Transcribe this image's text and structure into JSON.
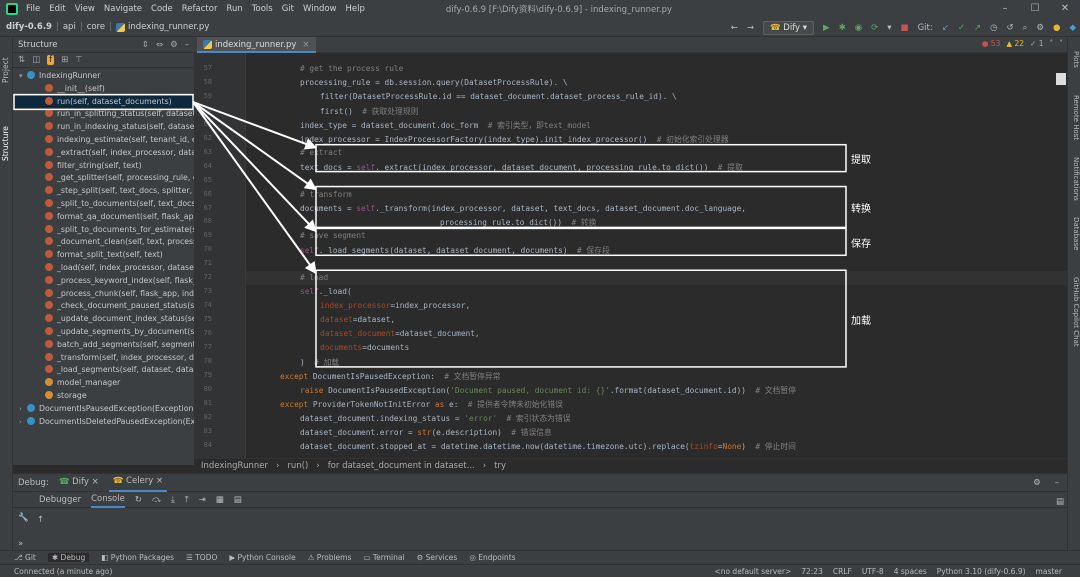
{
  "menubar": {
    "items": [
      "File",
      "Edit",
      "View",
      "Navigate",
      "Code",
      "Refactor",
      "Run",
      "Tools",
      "Git",
      "Window",
      "Help"
    ],
    "window_title": "dify-0.6.9 [F:\\Dify资料\\dify-0.6.9] - indexing_runner.py"
  },
  "navbar": {
    "crumbs": [
      "dify-0.6.9",
      "api",
      "core",
      "indexing_runner.py"
    ],
    "run_config": "Dify",
    "git_label": "Git:"
  },
  "left_strip": {
    "tabs": [
      "Project",
      "Structure"
    ]
  },
  "right_strip": {
    "tabs": [
      "Plots",
      "Remote Host",
      "Notifications",
      "Database",
      "GitHub Copilot Chat"
    ]
  },
  "structure": {
    "title": "Structure",
    "nodes": [
      {
        "label": "IndexingRunner",
        "kind": "class",
        "indent": 0,
        "twisty": "v"
      },
      {
        "label": "__init__(self)",
        "kind": "method",
        "indent": 1
      },
      {
        "label": "run(self, dataset_documents)",
        "kind": "method",
        "indent": 1,
        "selected": true
      },
      {
        "label": "run_in_splitting_status(self, dataset_do",
        "kind": "method",
        "indent": 1
      },
      {
        "label": "run_in_indexing_status(self, dataset_do",
        "kind": "method",
        "indent": 1
      },
      {
        "label": "indexing_estimate(self, tenant_id, extra",
        "kind": "method",
        "indent": 1
      },
      {
        "label": "_extract(self, index_processor, dataset_r",
        "kind": "method",
        "indent": 1
      },
      {
        "label": "filter_string(self, text)",
        "kind": "method",
        "indent": 1
      },
      {
        "label": "_get_splitter(self, processing_rule, emb",
        "kind": "method",
        "indent": 1
      },
      {
        "label": "_step_split(self, text_docs, splitter, data",
        "kind": "method",
        "indent": 1
      },
      {
        "label": "_split_to_documents(self, text_docs, spl",
        "kind": "method",
        "indent": 1
      },
      {
        "label": "format_qa_document(self, flask_app, te",
        "kind": "method",
        "indent": 1
      },
      {
        "label": "_split_to_documents_for_estimate(self,",
        "kind": "method",
        "indent": 1
      },
      {
        "label": "_document_clean(self, text, processing_",
        "kind": "method",
        "indent": 1
      },
      {
        "label": "format_split_text(self, text)",
        "kind": "method",
        "indent": 1
      },
      {
        "label": "_load(self, index_processor, dataset, da",
        "kind": "method",
        "indent": 1
      },
      {
        "label": "_process_keyword_index(self, flask_app",
        "kind": "method",
        "indent": 1
      },
      {
        "label": "_process_chunk(self, flask_app, index_p",
        "kind": "method",
        "indent": 1
      },
      {
        "label": "_check_document_paused_status(self, d",
        "kind": "method",
        "indent": 1
      },
      {
        "label": "_update_document_index_status(self, d",
        "kind": "method",
        "indent": 1
      },
      {
        "label": "_update_segments_by_document(self, c",
        "kind": "method",
        "indent": 1
      },
      {
        "label": "batch_add_segments(self, segments, da",
        "kind": "method",
        "indent": 1
      },
      {
        "label": "_transform(self, index_processor, datas",
        "kind": "method",
        "indent": 1
      },
      {
        "label": "_load_segments(self, dataset, dataset_c",
        "kind": "method",
        "indent": 1
      },
      {
        "label": "model_manager",
        "kind": "field",
        "indent": 1
      },
      {
        "label": "storage",
        "kind": "field",
        "indent": 1
      },
      {
        "label": "DocumentIsPausedException(Exception)",
        "kind": "class",
        "indent": 0,
        "twisty": ">"
      },
      {
        "label": "DocumentIsDeletedPausedException(Exce",
        "kind": "class",
        "indent": 0,
        "twisty": ">"
      }
    ]
  },
  "editor": {
    "tab_label": "indexing_runner.py",
    "inspections": {
      "errors": "53",
      "warnings": "22",
      "weak": "1"
    },
    "current_line": "72",
    "lines": [
      {
        "n": "57",
        "indent": 2,
        "parts": [
          {
            "c": "cm",
            "t": "# get the process rule"
          }
        ]
      },
      {
        "n": "58",
        "indent": 2,
        "parts": [
          {
            "c": "",
            "t": "processing_rule = db.session.query(DatasetProcessRule). \\"
          }
        ]
      },
      {
        "n": "59",
        "indent": 3,
        "parts": [
          {
            "c": "",
            "t": "filter(DatasetProcessRule.id == dataset_document.dataset_process_rule_id). \\"
          }
        ]
      },
      {
        "n": "60",
        "indent": 3,
        "parts": [
          {
            "c": "",
            "t": "first()  "
          },
          {
            "c": "cm",
            "t": "# 获取处理规则"
          }
        ]
      },
      {
        "n": "61",
        "indent": 2,
        "parts": [
          {
            "c": "",
            "t": "index_type = dataset_document.doc_form  "
          },
          {
            "c": "cm",
            "t": "# 索引类型，即text_model"
          }
        ]
      },
      {
        "n": "62",
        "indent": 2,
        "parts": [
          {
            "c": "",
            "t": "index_processor = IndexProcessorFactory(index_type).init_index_processor()  "
          },
          {
            "c": "cm",
            "t": "# 初始化索引处理器"
          }
        ]
      },
      {
        "n": "63",
        "indent": 2,
        "parts": [
          {
            "c": "cm",
            "t": "# extract"
          }
        ]
      },
      {
        "n": "64",
        "indent": 2,
        "parts": [
          {
            "c": "",
            "t": "text_docs = "
          },
          {
            "c": "sf",
            "t": "self"
          },
          {
            "c": "",
            "t": "._extract(index_processor, dataset_document, processing_rule.to_dict())  "
          },
          {
            "c": "cm",
            "t": "# 提取"
          }
        ]
      },
      {
        "n": "65",
        "indent": 2,
        "parts": []
      },
      {
        "n": "66",
        "indent": 2,
        "parts": [
          {
            "c": "cm",
            "t": "# transform"
          }
        ]
      },
      {
        "n": "67",
        "indent": 2,
        "parts": [
          {
            "c": "",
            "t": "documents = "
          },
          {
            "c": "sf",
            "t": "self"
          },
          {
            "c": "",
            "t": "._transform(index_processor, dataset, text_docs, dataset_document.doc_language,"
          }
        ]
      },
      {
        "n": "68",
        "indent": 9,
        "parts": [
          {
            "c": "",
            "t": "processing_rule.to_dict())  "
          },
          {
            "c": "cm",
            "t": "# 转换"
          }
        ]
      },
      {
        "n": "69",
        "indent": 2,
        "parts": [
          {
            "c": "cm",
            "t": "# save segment"
          }
        ]
      },
      {
        "n": "70",
        "indent": 2,
        "parts": [
          {
            "c": "sf",
            "t": "self"
          },
          {
            "c": "",
            "t": "._load_segments(dataset, dataset_document, documents)  "
          },
          {
            "c": "cm",
            "t": "# 保存段"
          }
        ]
      },
      {
        "n": "71",
        "indent": 2,
        "parts": []
      },
      {
        "n": "72",
        "indent": 2,
        "parts": [
          {
            "c": "cm",
            "t": "# load"
          }
        ]
      },
      {
        "n": "73",
        "indent": 2,
        "parts": [
          {
            "c": "sf",
            "t": "self"
          },
          {
            "c": "",
            "t": "._load("
          }
        ]
      },
      {
        "n": "74",
        "indent": 3,
        "parts": [
          {
            "c": "pr",
            "t": "index_processor"
          },
          {
            "c": "",
            "t": "=index_processor,"
          }
        ]
      },
      {
        "n": "75",
        "indent": 3,
        "parts": [
          {
            "c": "pr",
            "t": "dataset"
          },
          {
            "c": "",
            "t": "=dataset,"
          }
        ]
      },
      {
        "n": "76",
        "indent": 3,
        "parts": [
          {
            "c": "pr",
            "t": "dataset_document"
          },
          {
            "c": "",
            "t": "=dataset_document,"
          }
        ]
      },
      {
        "n": "77",
        "indent": 3,
        "parts": [
          {
            "c": "pr",
            "t": "documents"
          },
          {
            "c": "",
            "t": "=documents"
          }
        ]
      },
      {
        "n": "78",
        "indent": 2,
        "parts": [
          {
            "c": "",
            "t": ")  "
          },
          {
            "c": "cm",
            "t": "# 加载"
          }
        ]
      },
      {
        "n": "79",
        "indent": 1,
        "parts": [
          {
            "c": "kw",
            "t": "except "
          },
          {
            "c": "",
            "t": "DocumentIsPausedException:  "
          },
          {
            "c": "cm",
            "t": "# 文档暂停异常"
          }
        ]
      },
      {
        "n": "80",
        "indent": 2,
        "parts": [
          {
            "c": "kw",
            "t": "raise "
          },
          {
            "c": "",
            "t": "DocumentIsPausedException("
          },
          {
            "c": "st",
            "t": "'Document paused, document id: {}'"
          },
          {
            "c": "",
            "t": ".format(dataset_document.id))  "
          },
          {
            "c": "cm",
            "t": "# 文档暂停"
          }
        ]
      },
      {
        "n": "81",
        "indent": 1,
        "parts": [
          {
            "c": "kw",
            "t": "except "
          },
          {
            "c": "",
            "t": "ProviderTokenNotInitError "
          },
          {
            "c": "kw",
            "t": "as "
          },
          {
            "c": "",
            "t": "e:  "
          },
          {
            "c": "cm",
            "t": "# 提供者令牌未初始化错误"
          }
        ]
      },
      {
        "n": "82",
        "indent": 2,
        "parts": [
          {
            "c": "",
            "t": "dataset_document.indexing_status = "
          },
          {
            "c": "st",
            "t": "'error'"
          },
          {
            "c": "",
            "t": "  "
          },
          {
            "c": "cm",
            "t": "# 索引状态为错误"
          }
        ]
      },
      {
        "n": "83",
        "indent": 2,
        "parts": [
          {
            "c": "",
            "t": "dataset_document.error = "
          },
          {
            "c": "kw",
            "t": "str"
          },
          {
            "c": "",
            "t": "(e.description)  "
          },
          {
            "c": "cm",
            "t": "# 错误信息"
          }
        ]
      },
      {
        "n": "84",
        "indent": 2,
        "parts": [
          {
            "c": "",
            "t": "dataset_document.stopped_at = datetime.datetime.now(datetime.timezone.utc).replace("
          },
          {
            "c": "pr",
            "t": "tzinfo"
          },
          {
            "c": "",
            "t": "="
          },
          {
            "c": "kw",
            "t": "None"
          },
          {
            "c": "",
            "t": ")  "
          },
          {
            "c": "cm",
            "t": "# 停止时间"
          }
        ]
      }
    ],
    "breadcrumb": [
      "IndexingRunner",
      "run()",
      "for dataset_document in dataset...",
      "try"
    ]
  },
  "annotations": [
    {
      "label": "提取",
      "first_line": 6,
      "last_line": 7
    },
    {
      "label": "转换",
      "first_line": 9,
      "last_line": 11
    },
    {
      "label": "保存",
      "first_line": 12,
      "last_line": 13
    },
    {
      "label": "加载",
      "first_line": 15,
      "last_line": 21
    }
  ],
  "debug": {
    "title": "Debug:",
    "sessions": [
      "Dify",
      "Celery"
    ],
    "subtabs": [
      "Debugger",
      "Console"
    ]
  },
  "bottom_tools": [
    "Git",
    "Debug",
    "Python Packages",
    "TODO",
    "Python Console",
    "Problems",
    "Terminal",
    "Services",
    "Endpoints"
  ],
  "status": {
    "message": "Connected (a minute ago)",
    "right": [
      "<no default server>",
      "72:23",
      "CRLF",
      "UTF-8",
      "4 spaces",
      "Python 3.10 (dify-0.6.9)",
      "master"
    ]
  }
}
